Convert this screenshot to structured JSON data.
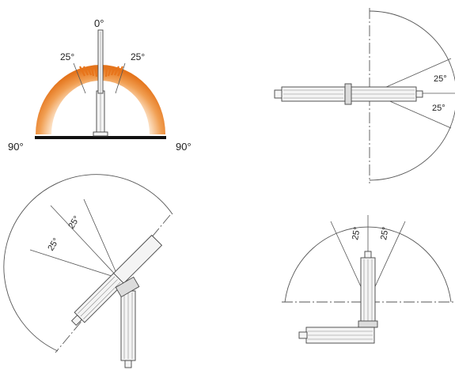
{
  "panel_tl": {
    "top_label": "0°",
    "left_angle": "25°",
    "right_angle": "25°",
    "left_end": "90°",
    "right_end": "90°",
    "accent": "#e87a1c"
  },
  "panel_tr": {
    "upper_angle": "25°",
    "lower_angle": "25°"
  },
  "panel_bl": {
    "angle_a": "25°",
    "angle_b": "25°"
  },
  "panel_br": {
    "angle_a": "25°",
    "angle_b": "25°"
  }
}
